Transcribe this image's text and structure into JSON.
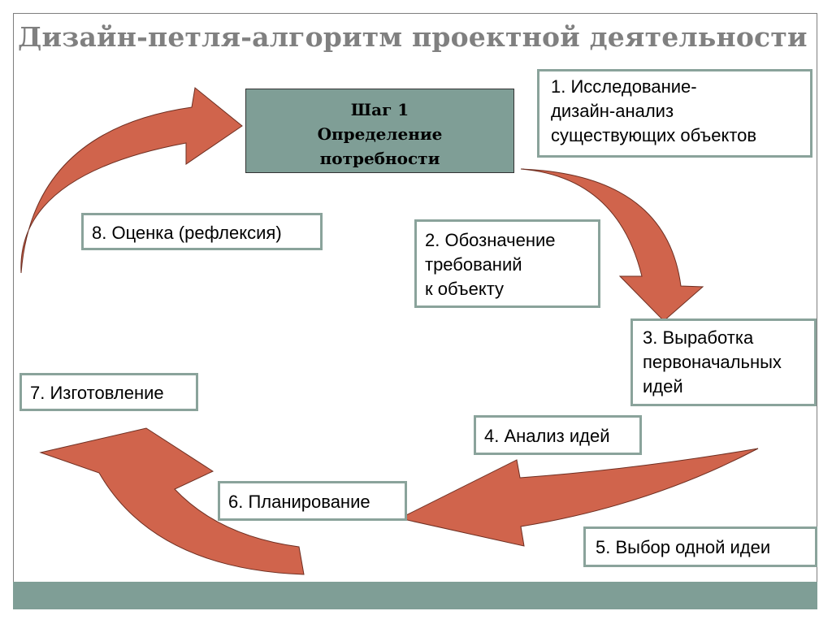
{
  "title": "Дизайн-петля-алгоритм проектной деятельности",
  "step1": {
    "line1": "Шаг 1",
    "line2": "Определение",
    "line3": "потребности"
  },
  "steps": [
    {
      "lines": [
        "1. Исследование-",
        "дизайн-анализ",
        "существующих объектов"
      ]
    },
    {
      "lines": [
        "2. Обозначение",
        "требований",
        "к объекту"
      ]
    },
    {
      "lines": [
        "3. Выработка",
        "первоначальных",
        "идей"
      ]
    },
    {
      "lines": [
        "4. Анализ идей"
      ]
    },
    {
      "lines": [
        "5. Выбор одной идеи"
      ]
    },
    {
      "lines": [
        "6. Планирование"
      ]
    },
    {
      "lines": [
        "7. Изготовление"
      ]
    },
    {
      "lines": [
        "8. Оценка (рефлексия)"
      ]
    }
  ],
  "colors": {
    "arrow": "#d0644c",
    "box_border": "#8aa39b",
    "step1_fill": "#7f9e96",
    "title": "#808080"
  }
}
